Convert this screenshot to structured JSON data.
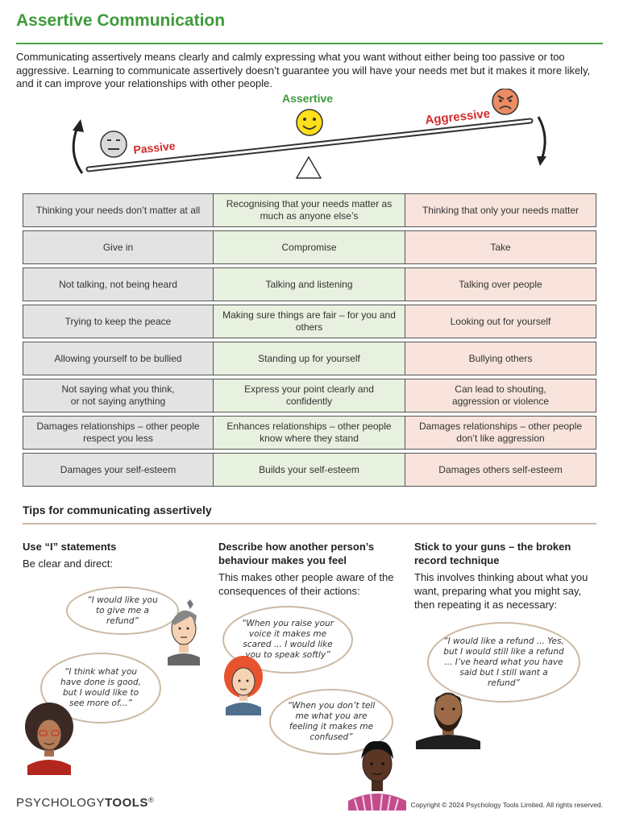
{
  "title": "Assertive Communication",
  "intro": "Communicating assertively means clearly and calmly expressing what you want without either being too passive or too aggressive. Learning to communicate assertively doesn’t guarantee you will have your needs met but it makes it more likely, and it can improve your relationships with other people.",
  "seesaw": {
    "passive_label": "Passive",
    "assertive_label": "Assertive",
    "aggressive_label": "Aggressive"
  },
  "colors": {
    "brand_green": "#3f9a3b",
    "passive_col": "#e3e3e4",
    "assertive_col": "#e8f1df",
    "aggressive_col": "#f8e4dc",
    "label_red": "#d32b2b"
  },
  "table": {
    "rows": [
      [
        "Thinking your needs don’t matter at all",
        "Recognising that your needs matter as much as anyone else’s",
        "Thinking that only your needs matter"
      ],
      [
        "Give in",
        "Compromise",
        "Take"
      ],
      [
        "Not talking, not being heard",
        "Talking and listening",
        "Talking over people"
      ],
      [
        "Trying to keep the peace",
        "Making sure things are fair – for you and others",
        "Looking out for yourself"
      ],
      [
        "Allowing yourself to be bullied",
        "Standing up for yourself",
        "Bullying others"
      ],
      [
        "Not saying what you think,\nor not saying anything",
        "Express your point clearly and confidently",
        "Can lead to shouting,\naggression or violence"
      ],
      [
        "Damages relationships – other people respect you less",
        "Enhances relationships – other people know where they stand",
        "Damages relationships – other people don’t like aggression"
      ],
      [
        "Damages your self-esteem",
        "Builds your self-esteem",
        "Damages others self-esteem"
      ]
    ]
  },
  "tips": {
    "heading": "Tips for communicating assertively",
    "columns": [
      {
        "title": "Use “I” statements",
        "body": "Be clear and direct:"
      },
      {
        "title": "Describe how another person’s behaviour makes you feel",
        "body": "This makes other people aware of the consequences of their actions:"
      },
      {
        "title": "Stick to your guns – the broken record technique",
        "body": " This involves thinking about what you want, preparing what you might say, then repeating it as necessary:"
      }
    ],
    "bubbles": [
      "“I would like you to give me a refund”",
      "“I think what you have done is good, but I would like to see more of...”",
      "“When you raise your voice it makes me scared ... I would like you to speak softly”",
      "“When you don’t tell me what you are feeling it makes me confused”",
      "“I would like a refund ... Yes, but I would still like a refund ... I’ve heard what you have said but I still want a refund”"
    ]
  },
  "footer": {
    "logo_a": "PSYCHOLOGY",
    "logo_b": "TOOLS",
    "logo_mark": "®",
    "copyright": "Copyright © 2024 Psychology Tools Limited. All rights reserved."
  }
}
